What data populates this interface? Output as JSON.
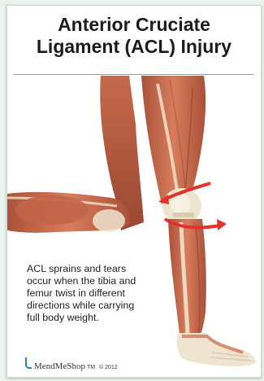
{
  "title": {
    "line1": "Anterior Cruciate",
    "line2": "Ligament (ACL) Injury"
  },
  "caption": {
    "line1": "ACL sprains and tears",
    "line2": "occur when the tibia and",
    "line3": "femur twist in different",
    "line4": "directions while carrying",
    "line5": "full body weight."
  },
  "footer": {
    "brand": "MendMeShop",
    "trademark": "TM",
    "copyright": "© 2012"
  },
  "colors": {
    "muscle": "#c96a4d",
    "muscle_dark": "#9f4a33",
    "tendon": "#f1e2c9",
    "bone": "#efe4cf",
    "arrow": "#e2322a",
    "background": "#e9f3ec"
  },
  "illustration": {
    "subject": "anatomical leg muscles, knee bent with twisting arrows"
  }
}
